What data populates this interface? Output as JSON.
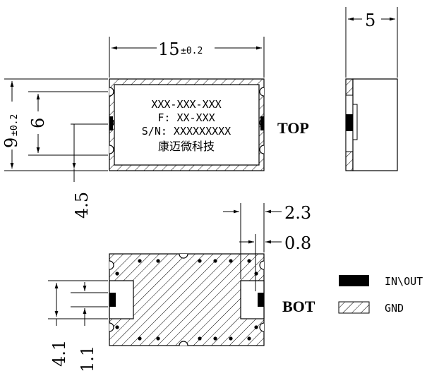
{
  "top_view": {
    "width_dim": "15",
    "width_tol": "±0.2",
    "height_dim": "9",
    "height_tol": "±0.2",
    "inner_dim": "6",
    "pin_dim": "4.5",
    "marking_line1": "XXX-XXX-XXX",
    "marking_line2": "F: XX-XXX",
    "marking_line3": "S/N: XXXXXXXXX",
    "marking_line4": "康迈微科技",
    "view_label": "TOP"
  },
  "side_view": {
    "thickness_dim": "5"
  },
  "bottom_view": {
    "dim_a": "2.3",
    "dim_b": "0.8",
    "dim_c": "4.1",
    "dim_d": "1.1",
    "view_label": "BOT"
  },
  "legend": {
    "items": [
      {
        "label": "IN\\OUT",
        "style": "solid-black"
      },
      {
        "label": "GND",
        "style": "hatched"
      }
    ]
  }
}
